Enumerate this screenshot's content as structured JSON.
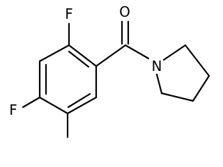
{
  "figure": {
    "kind": "skeletal-structure",
    "line_color": "#000000",
    "background": "#ffffff"
  },
  "atoms": {
    "fluorine_top": "F",
    "fluorine_bottom": "F",
    "oxygen": "O",
    "nitrogen": "N"
  }
}
